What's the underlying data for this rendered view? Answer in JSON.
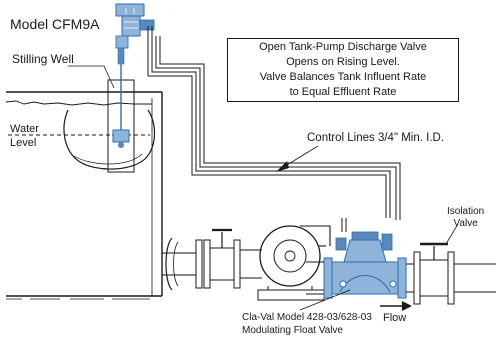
{
  "labels": {
    "model": "Model CFM9A",
    "stilling_well": "Stilling Well",
    "water": "Water",
    "level": "Level",
    "control_lines": "Control Lines 3/4\" Min. I.D.",
    "isolation": "Isolation",
    "valve": "Valve",
    "flow": "Flow",
    "claval_line1": "Cla-Val Model 428-03/628-03",
    "claval_line2": "Modulating Float Valve"
  },
  "info_box": {
    "lines": [
      "Open Tank-Pump Discharge Valve",
      "Opens on Rising Level.",
      "Valve Balances Tank Influent Rate",
      "to Equal Effluent Rate"
    ]
  },
  "colors": {
    "ink": "#1a1a1a",
    "accent": "#2a6fb3",
    "valve_fill": "#8fb3d9",
    "valve_shade": "#5b88ba"
  }
}
